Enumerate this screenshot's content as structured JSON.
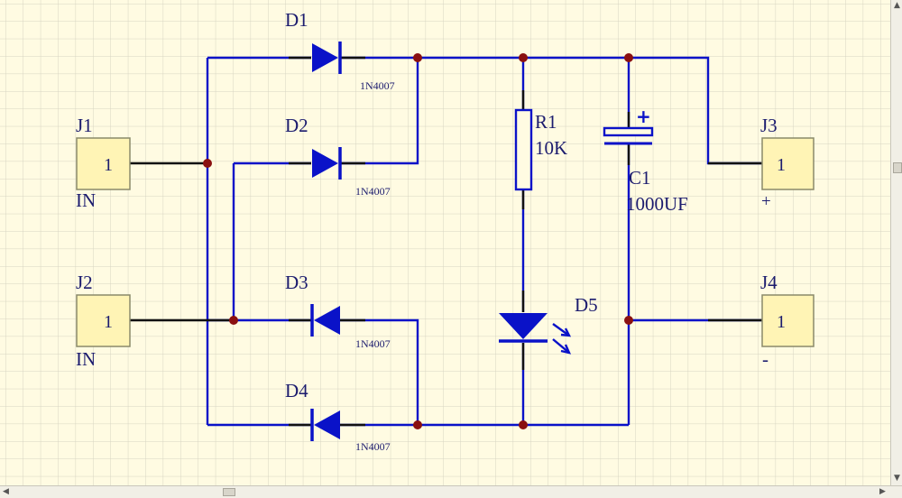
{
  "colors": {
    "background": "#fffbe2",
    "grid": "#d7d4c2",
    "wire_blue": "#0a12c8",
    "wire_black": "#111111",
    "junction": "#8a1010",
    "connector_fill": "#fff4b5",
    "connector_border": "#8a8a6a",
    "label_text": "#1b1b6e",
    "diode_fill": "#0a12c8"
  },
  "connectors": [
    {
      "ref": "J1",
      "pin": "1",
      "label": "IN"
    },
    {
      "ref": "J2",
      "pin": "1",
      "label": "IN"
    },
    {
      "ref": "J3",
      "pin": "1",
      "label": "+"
    },
    {
      "ref": "J4",
      "pin": "1",
      "label": "-"
    }
  ],
  "diodes": [
    {
      "ref": "D1",
      "part": "1N4007"
    },
    {
      "ref": "D2",
      "part": "1N4007"
    },
    {
      "ref": "D3",
      "part": "1N4007"
    },
    {
      "ref": "D4",
      "part": "1N4007"
    }
  ],
  "resistor": {
    "ref": "R1",
    "value": "10K"
  },
  "capacitor": {
    "ref": "C1",
    "value": "1000UF",
    "polarity": "+"
  },
  "led": {
    "ref": "D5"
  },
  "scrollbars": {
    "up": "▲",
    "down": "▼",
    "left": "◀",
    "right": "▶"
  }
}
